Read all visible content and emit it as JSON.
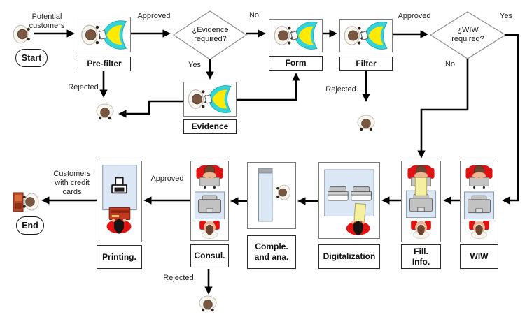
{
  "terminals": {
    "start": "Start",
    "end": "End"
  },
  "processes": {
    "prefilter": "Pre-filter",
    "form": "Form",
    "filter": "Filter",
    "evidence": "Evidence",
    "printing": "Printing.",
    "consul": "Consul.",
    "comple_line1": "Comple.",
    "comple_line2": "and ana.",
    "digitalization": "Digitalization",
    "fill_line1": "Fill.",
    "fill_line2": "Info.",
    "wiw": "WIW"
  },
  "decisions": {
    "evidence_line1": "¿Evidence",
    "evidence_line2": "required?",
    "wiw_line1": "¿WIW",
    "wiw_line2": "required?"
  },
  "edge_labels": {
    "potential_line1": "Potential",
    "potential_line2": "customers",
    "approved_prefilter": "Approved",
    "no_evidence": "No",
    "yes_evidence": "Yes",
    "approved_filter": "Approved",
    "yes_wiw": "Yes",
    "no_wiw": "No",
    "rejected_prefilter": "Rejected",
    "rejected_filter": "Rejected",
    "approved_consul": "Approved",
    "rejected_consul": "Rejected",
    "customers_line1": "Customers",
    "customers_line2": "with credit",
    "customers_line3": "cards"
  },
  "icons": {
    "customer": "person-top-view-icon",
    "interview": "person-with-megaphone-icon",
    "clerk_desk": "clerk-at-desk-icon",
    "desk_unit": "office-desk-top-view-icon",
    "operator": "person-hands-behind-head-icon",
    "scanner": "scanner-printer-top-view-icon",
    "printer": "printer-front-icon",
    "credit_card": "credit-card-icon"
  },
  "colors": {
    "megaphone_cyan": "#35D3D8",
    "megaphone_yellow": "#FFEA00",
    "chair_red": "#E21212",
    "panel_blue": "#DBE7F4",
    "paper_yellow": "#F4F0A0",
    "connector_black": "#000000",
    "head_brown": "#7A5740",
    "hair_dark": "#141414"
  }
}
